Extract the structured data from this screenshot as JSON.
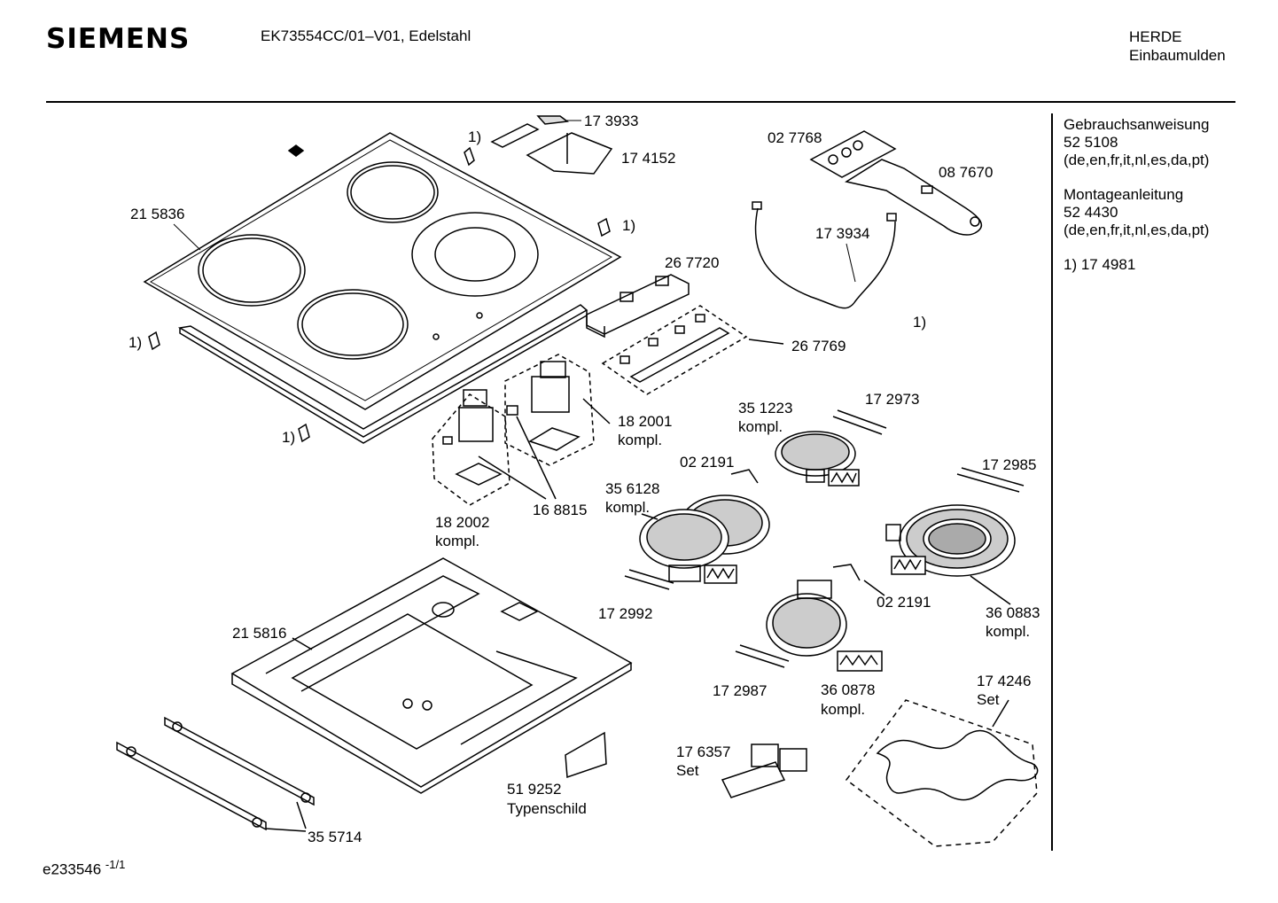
{
  "header": {
    "brand": "SIEMENS",
    "model": "EK73554CC/01–V01, Edelstahl",
    "category_line1": "HERDE",
    "category_line2": "Einbaumulden"
  },
  "sidebar": {
    "manual_title": "Gebrauchsanweisung",
    "manual_number": "52 5108",
    "manual_langs": "(de,en,fr,it,nl,es,da,pt)",
    "install_title": "Montageanleitung",
    "install_number": "52 4430",
    "install_langs": "(de,en,fr,it,nl,es,da,pt)",
    "footnote": "1) 17 4981"
  },
  "footer": {
    "doc_id": "e233546",
    "page": "-1/1"
  },
  "labels": {
    "p173933": "17 3933",
    "p174152": "17 4152",
    "p027768": "02 7768",
    "p087670": "08 7670",
    "p215836": "21 5836",
    "p173934": "17 3934",
    "p267720": "26 7720",
    "p267769": "26 7769",
    "p182001": "18 2001",
    "kompl": "kompl.",
    "p351223": "35 1223",
    "p172973": "17 2973",
    "p022191": "02 2191",
    "p172985": "17 2985",
    "p356128": "35 6128",
    "p168815": "16 8815",
    "p182002": "18 2002",
    "p172992": "17 2992",
    "p360883": "36 0883",
    "p215816": "21 5816",
    "p172987": "17 2987",
    "p360878": "36 0878",
    "p174246": "17 4246",
    "set": "Set",
    "p176357": "17 6357",
    "p519252": "51 9252",
    "typenschild": "Typenschild",
    "p355714": "35 5714",
    "fn": "1)"
  }
}
